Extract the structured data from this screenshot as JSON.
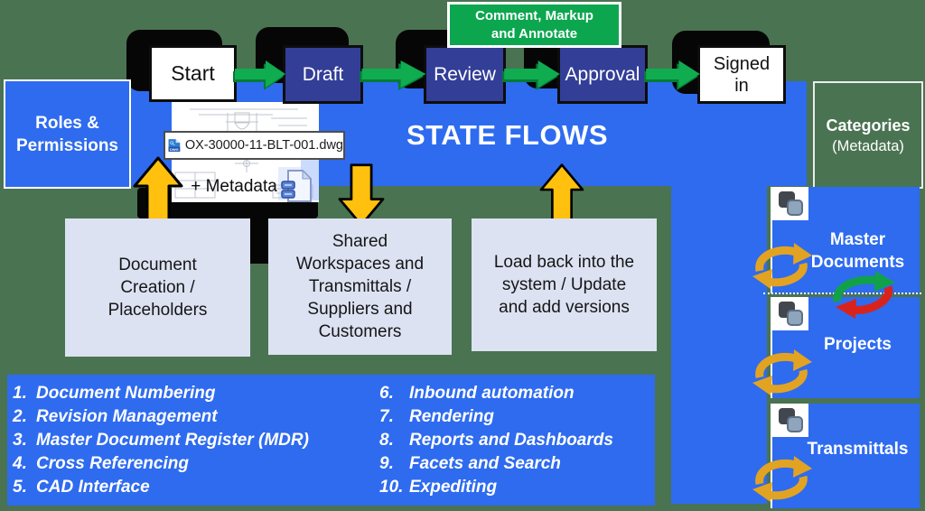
{
  "title": "STATE FLOWS",
  "colors": {
    "background_green": "#4a7352",
    "accent_blue": "#2e6bef",
    "state_navy": "#333e97",
    "flow_green": "#0ca64f",
    "arrow_yellow": "#ffc10d",
    "cycle_gold": "#e2a322",
    "cycle_red": "#d8231d",
    "panel_gray": "#dce2f2"
  },
  "flow": {
    "states": [
      {
        "label": "Start",
        "style": "light"
      },
      {
        "label": "Draft",
        "style": "dark"
      },
      {
        "label": "Review",
        "style": "dark"
      },
      {
        "label": "Approval",
        "style": "dark"
      },
      {
        "label": "Signed in",
        "style": "light"
      }
    ],
    "annotation": {
      "line1": "Comment, Markup",
      "line2": "and Annotate"
    }
  },
  "roles_box": {
    "line1": "Roles &",
    "line2": "Permissions"
  },
  "categories_box": {
    "line1": "Categories",
    "line2": "(Metadata)"
  },
  "document": {
    "filename": "OX-30000-11-BLT-001.dwg",
    "file_type": "DWG",
    "metadata_label": "+ Metadata"
  },
  "process_boxes": {
    "creation": {
      "line1": "Document",
      "line2": "Creation /",
      "line3": "Placeholders"
    },
    "shared": {
      "line1": "Shared",
      "line2": "Workspaces and",
      "line3": "Transmittals /",
      "line4": "Suppliers and",
      "line5": "Customers"
    },
    "load_back": {
      "line1": "Load back into the",
      "line2": "system / Update",
      "line3": "and add versions"
    }
  },
  "repositories": {
    "master": {
      "line1": "Master",
      "line2": "Documents"
    },
    "projects": {
      "line1": "Projects"
    },
    "transmittals": {
      "line1": "Transmittals"
    }
  },
  "features": {
    "left": [
      {
        "num": "1.",
        "label": "Document Numbering"
      },
      {
        "num": "2.",
        "label": "Revision Management"
      },
      {
        "num": "3.",
        "label": "Master Document Register (MDR)"
      },
      {
        "num": "4.",
        "label": "Cross Referencing"
      },
      {
        "num": "5.",
        "label": "CAD Interface"
      }
    ],
    "right": [
      {
        "num": "6.",
        "label": "Inbound automation"
      },
      {
        "num": "7.",
        "label": "Rendering"
      },
      {
        "num": "8.",
        "label": "Reports and Dashboards"
      },
      {
        "num": "9.",
        "label": "Facets and Search"
      },
      {
        "num": "10.",
        "label": "Expediting"
      }
    ]
  }
}
